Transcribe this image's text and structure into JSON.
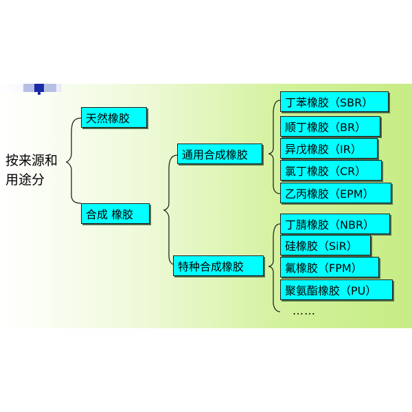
{
  "root": {
    "line1": "按来源和",
    "line2": "用途分"
  },
  "level1": {
    "natural": "天然橡胶",
    "synthetic": "合成 橡胶"
  },
  "level2": {
    "general": "通用合成橡胶",
    "special": "特种合成橡胶"
  },
  "general_items": [
    "丁苯橡胶（SBR）",
    "顺丁橡胶（BR）",
    "异戊橡胶（IR）",
    "氯丁橡胶（CR）",
    "乙丙橡胶（EPM）"
  ],
  "special_items": [
    "丁腈橡胶（NBR）",
    "硅橡胶（SiR）",
    "氟橡胶（FPM）",
    "聚氨酯橡胶（PU）"
  ],
  "ellipsis": "……",
  "colors": {
    "box": "#00ffff",
    "background": "#c6ec84",
    "accent": "#1a2aa8"
  }
}
